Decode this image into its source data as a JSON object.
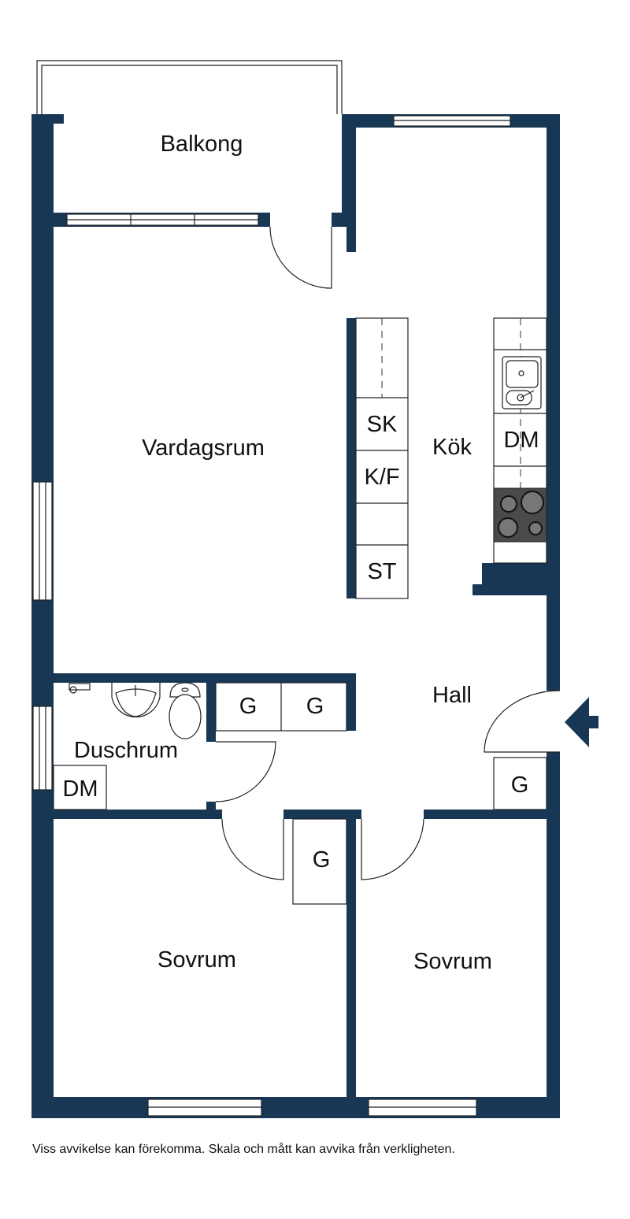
{
  "rooms": {
    "balcony": "Balkong",
    "living": "Vardagsrum",
    "kitchen": "Kök",
    "hall": "Hall",
    "shower": "Duschrum",
    "bedroom1": "Sovrum",
    "bedroom2": "Sovrum"
  },
  "fixtures": {
    "fridge_cabinet": "SK",
    "fridge_freezer": "K/F",
    "storage": "ST",
    "dishwasher": "DM",
    "washing_machine": "DM",
    "wardrobe1": "G",
    "wardrobe2": "G",
    "wardrobe3": "G",
    "wardrobe4": "G"
  },
  "footer": "Viss avvikelse kan förekomma. Skala och mått kan avvika från verkligheten.",
  "colors": {
    "wall": "#173755"
  }
}
